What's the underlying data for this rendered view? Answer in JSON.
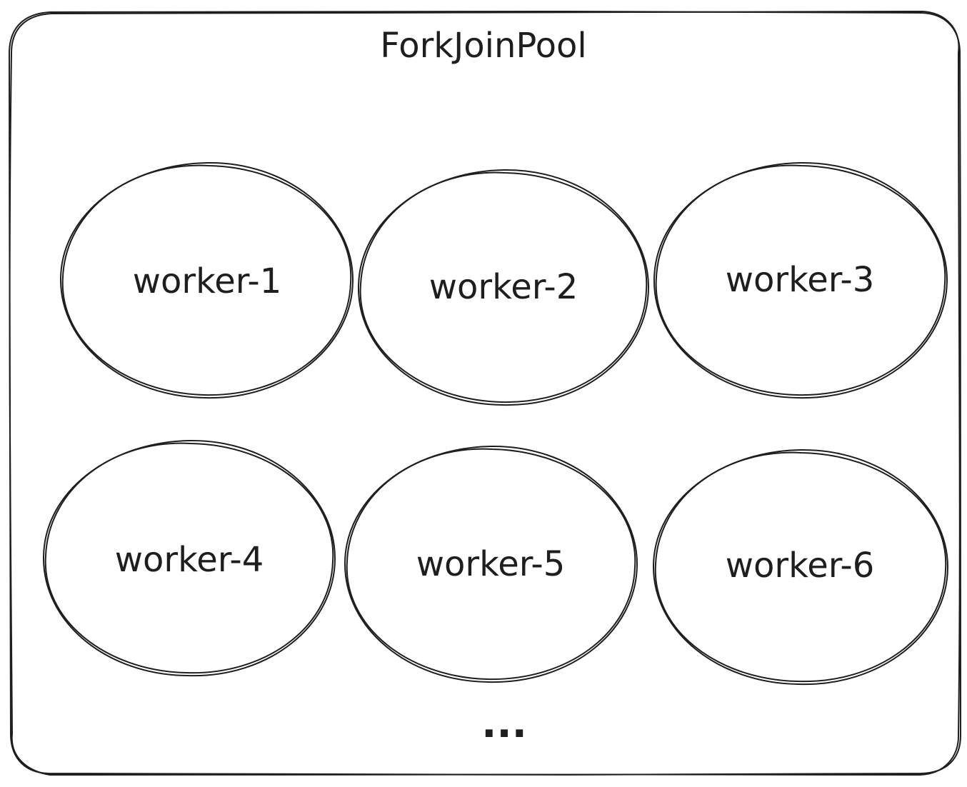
{
  "pool": {
    "title": "ForkJoinPool"
  },
  "workers": [
    {
      "label": "worker-1"
    },
    {
      "label": "worker-2"
    },
    {
      "label": "worker-3"
    },
    {
      "label": "worker-4"
    },
    {
      "label": "worker-5"
    },
    {
      "label": "worker-6"
    }
  ],
  "more": {
    "label": "..."
  },
  "colors": {
    "stroke": "#1e1e1e",
    "background": "#ffffff"
  }
}
